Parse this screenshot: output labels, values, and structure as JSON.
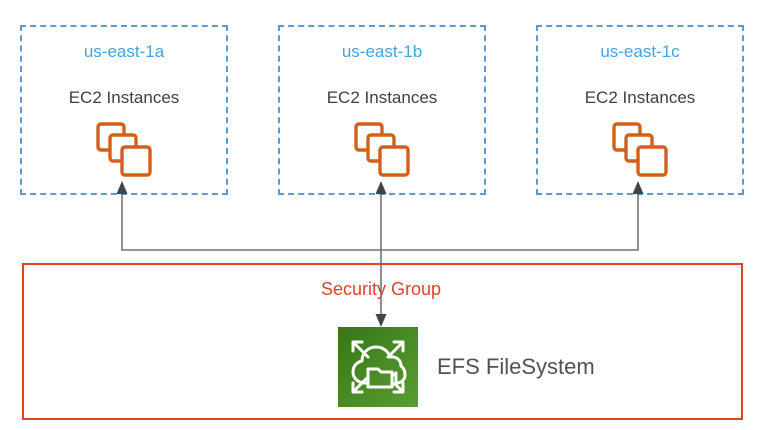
{
  "diagram": {
    "type": "aws-architecture",
    "availability_zones": [
      {
        "name": "us-east-1a",
        "ec2_label": "EC2 Instances"
      },
      {
        "name": "us-east-1b",
        "ec2_label": "EC2 Instances"
      },
      {
        "name": "us-east-1c",
        "ec2_label": "EC2 Instances"
      }
    ],
    "security_group": {
      "label": "Security Group",
      "efs_label": "EFS FileSystem"
    },
    "connections": [
      {
        "from": "efs-filesystem",
        "to": "ec2-instances-us-east-1a",
        "arrowheads": "to"
      },
      {
        "from": "efs-filesystem",
        "to": "ec2-instances-us-east-1b",
        "arrowheads": "both"
      },
      {
        "from": "efs-filesystem",
        "to": "ec2-instances-us-east-1c",
        "arrowheads": "to"
      }
    ]
  },
  "icons": {
    "ec2_instances": "stacked-orange-squares",
    "efs_filesystem": "green-cloud-folder-expand-arrows"
  },
  "colors": {
    "az_border": "#5B9BD5",
    "az_label": "#47A3DD",
    "ec2_text": "#3F3F3F",
    "ec2_orange": "#D0601C",
    "sg_border": "#E6402B",
    "sg_label": "#E6402B",
    "efs_text": "#4C5256",
    "efs_green_dark": "#36761A",
    "efs_green_light": "#5A9E2F",
    "connector_line": "#737373",
    "connector_head": "#3F4448"
  }
}
